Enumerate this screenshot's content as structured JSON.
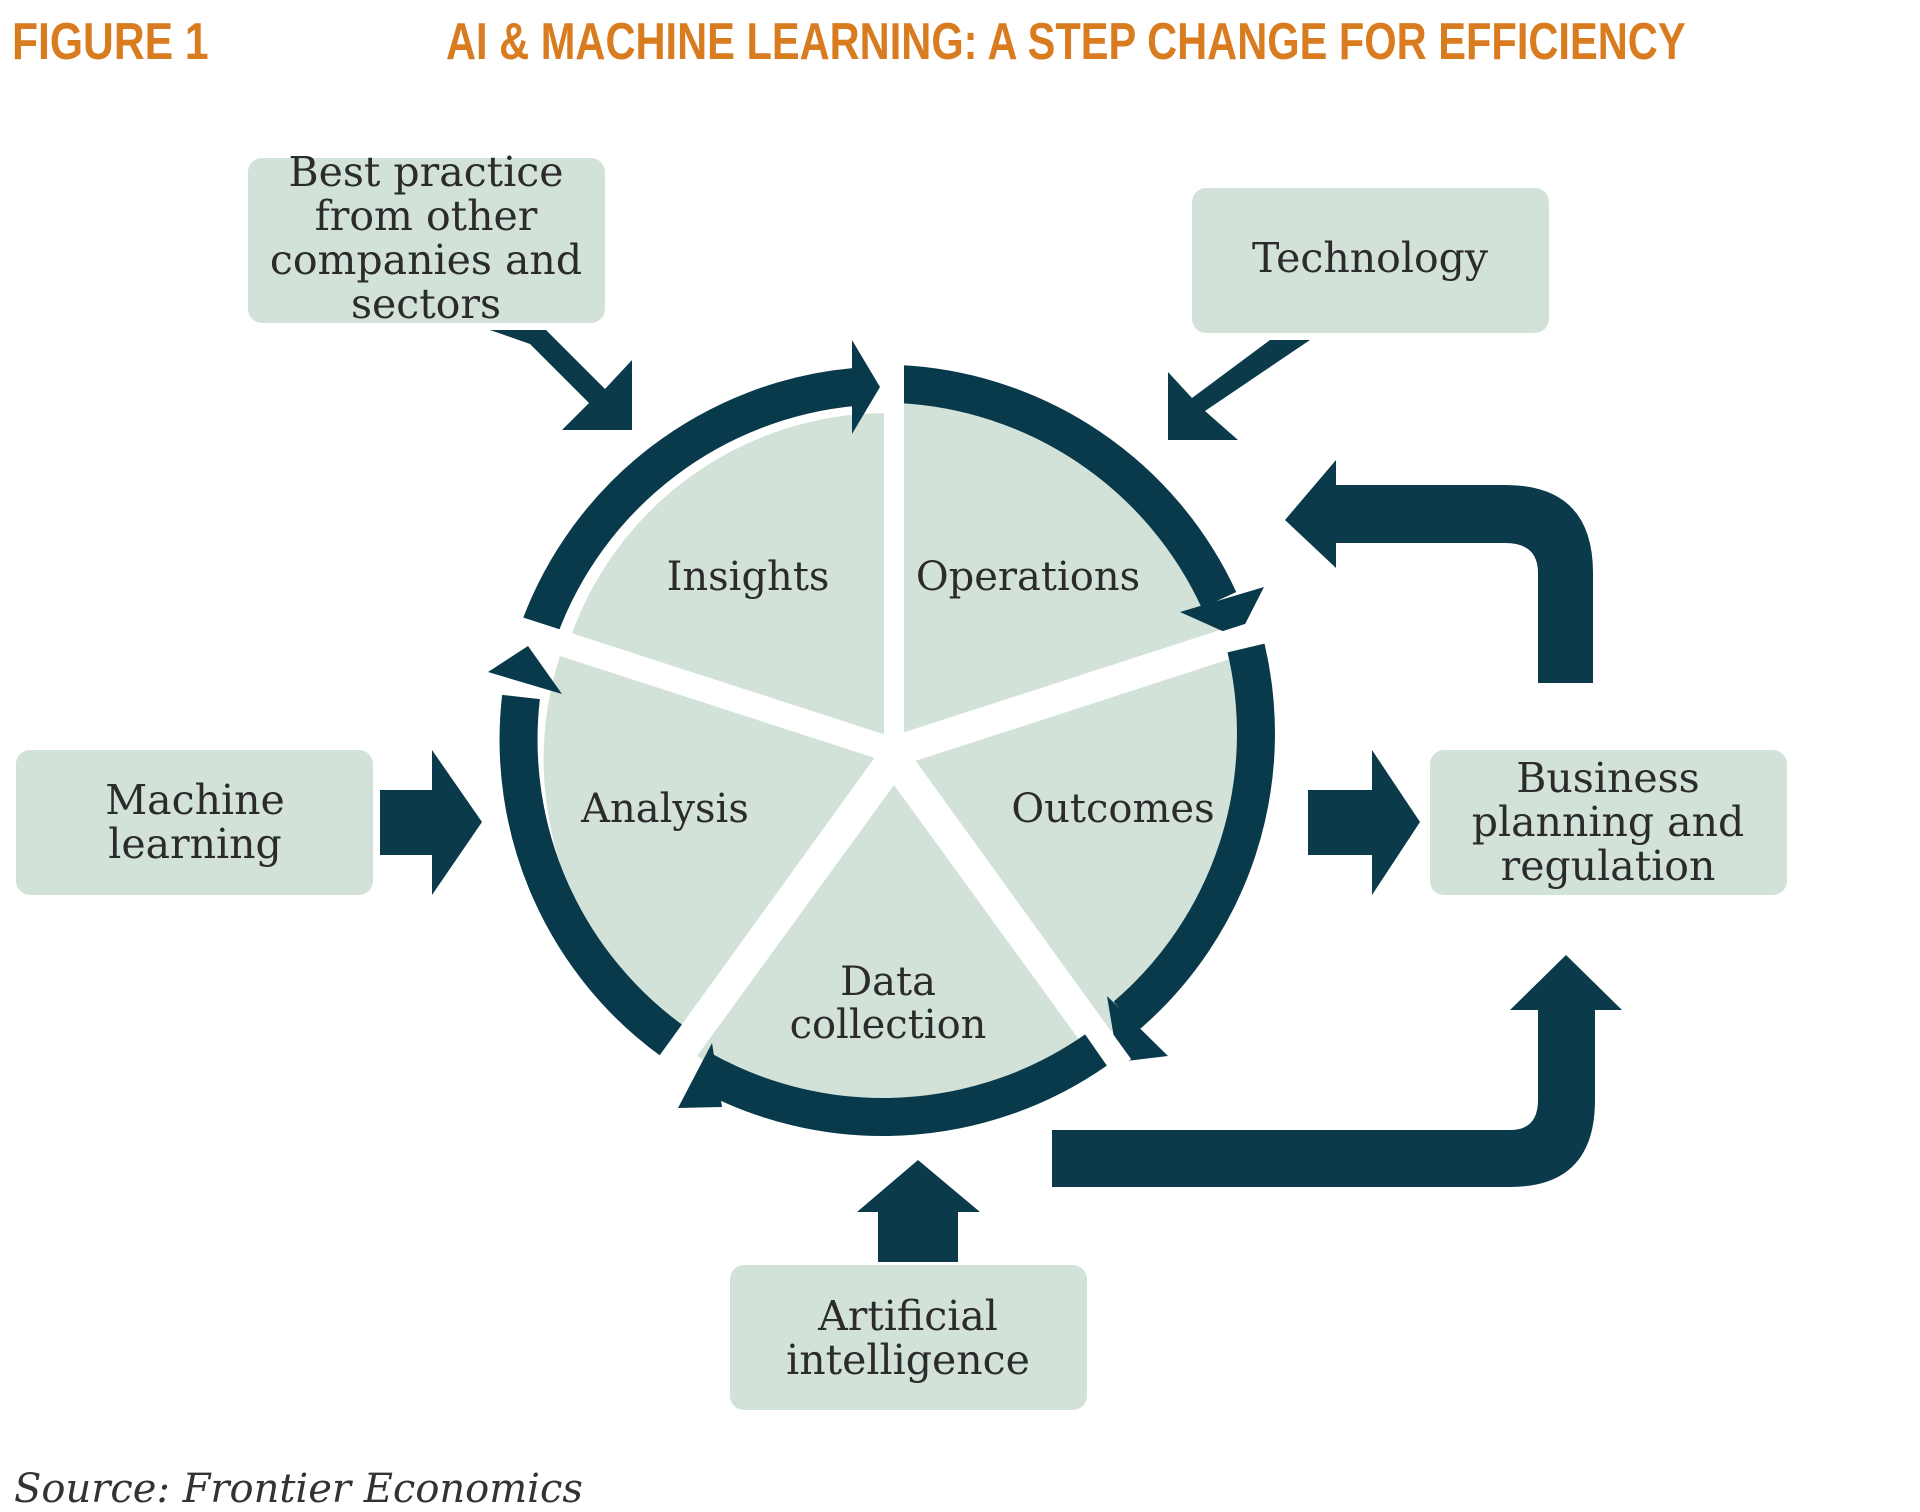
{
  "header": {
    "figure_label": "FIGURE 1",
    "title": "AI & MACHINE LEARNING:  A STEP CHANGE FOR EFFICIENCY"
  },
  "cycle": {
    "segments": {
      "insights": "Insights",
      "operations": "Operations",
      "outcomes": "Outcomes",
      "data_collection": [
        "Data",
        "collection"
      ],
      "analysis": "Analysis"
    }
  },
  "inputs": {
    "best_practice": [
      "Best practice",
      "from other",
      "companies and",
      "sectors"
    ],
    "technology": "Technology",
    "machine_learning": [
      "Machine",
      "learning"
    ],
    "artificial_intelligence": [
      "Artificial",
      "intelligence"
    ]
  },
  "output": {
    "business_planning": [
      "Business",
      "planning and",
      "regulation"
    ]
  },
  "source": "Source: Frontier Economics",
  "colors": {
    "accent_title": "#d97b1f",
    "arrow_dark": "#083a4b",
    "box_fill": "#d3e2d9",
    "segment_fill": "#d3e2d9"
  }
}
